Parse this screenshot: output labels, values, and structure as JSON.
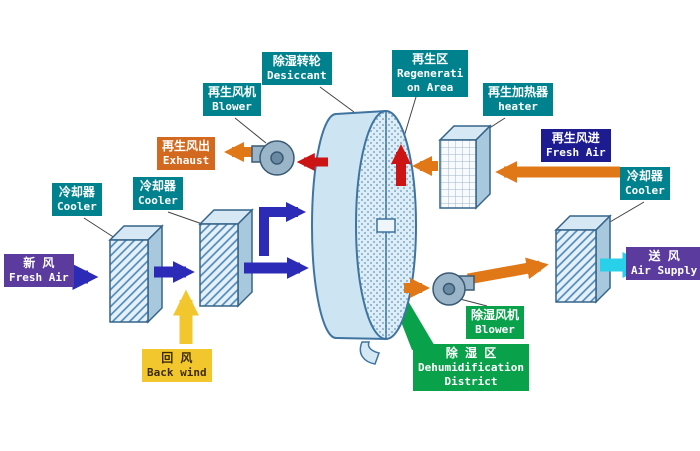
{
  "diagram": {
    "title": "Desiccant wheel dehumidification system diagram",
    "labels": {
      "desiccant": {
        "line1": "除湿转轮",
        "line2": "Desiccant"
      },
      "regen_area": {
        "line1": "再生区",
        "line2": "Regenerati",
        "line3": "on Area"
      },
      "regen_blower": {
        "line1": "再生风机",
        "line2": "Blower"
      },
      "heater": {
        "line1": "再生加热器",
        "line2": "heater"
      },
      "exhaust": {
        "line1": "再生风出",
        "line2": "Exhaust"
      },
      "regen_fresh_air": {
        "line1": "再生风进",
        "line2": "Fresh Air"
      },
      "cooler1": {
        "line1": "冷却器",
        "line2": "Cooler"
      },
      "cooler2": {
        "line1": "冷却器",
        "line2": "Cooler"
      },
      "cooler3": {
        "line1": "冷却器",
        "line2": "Cooler"
      },
      "fresh_air": {
        "line1": "新 风",
        "line2": "Fresh Air"
      },
      "air_supply": {
        "line1": "送 风",
        "line2": "Air Supply"
      },
      "back_wind": {
        "line1": "回 风",
        "line2": "Back wind"
      },
      "dehum_blower": {
        "line1": "除湿风机",
        "line2": "Blower"
      },
      "dehum_district": {
        "line1": "除 湿 区",
        "line2": "Dehumidification",
        "line3": "District"
      }
    },
    "components": {
      "wheel": "desiccant rotary wheel",
      "cooler_count": 3,
      "blower_count": 2,
      "heater_count": 1
    },
    "colors": {
      "teal_label": "#00828e",
      "orange_label": "#d2691e",
      "navy_label": "#1c1c90",
      "purple_label": "#5b3b9e",
      "yellow_label": "#f2c72e",
      "green_label": "#0aa14b",
      "flow_blue": "#2b2bb8",
      "flow_orange": "#e07818",
      "flow_red": "#cc1414",
      "flow_yellow": "#f2c72e",
      "flow_cyan": "#28d0ea",
      "wheel_fill": "#cde4f2",
      "outline": "#3f74a0"
    }
  }
}
